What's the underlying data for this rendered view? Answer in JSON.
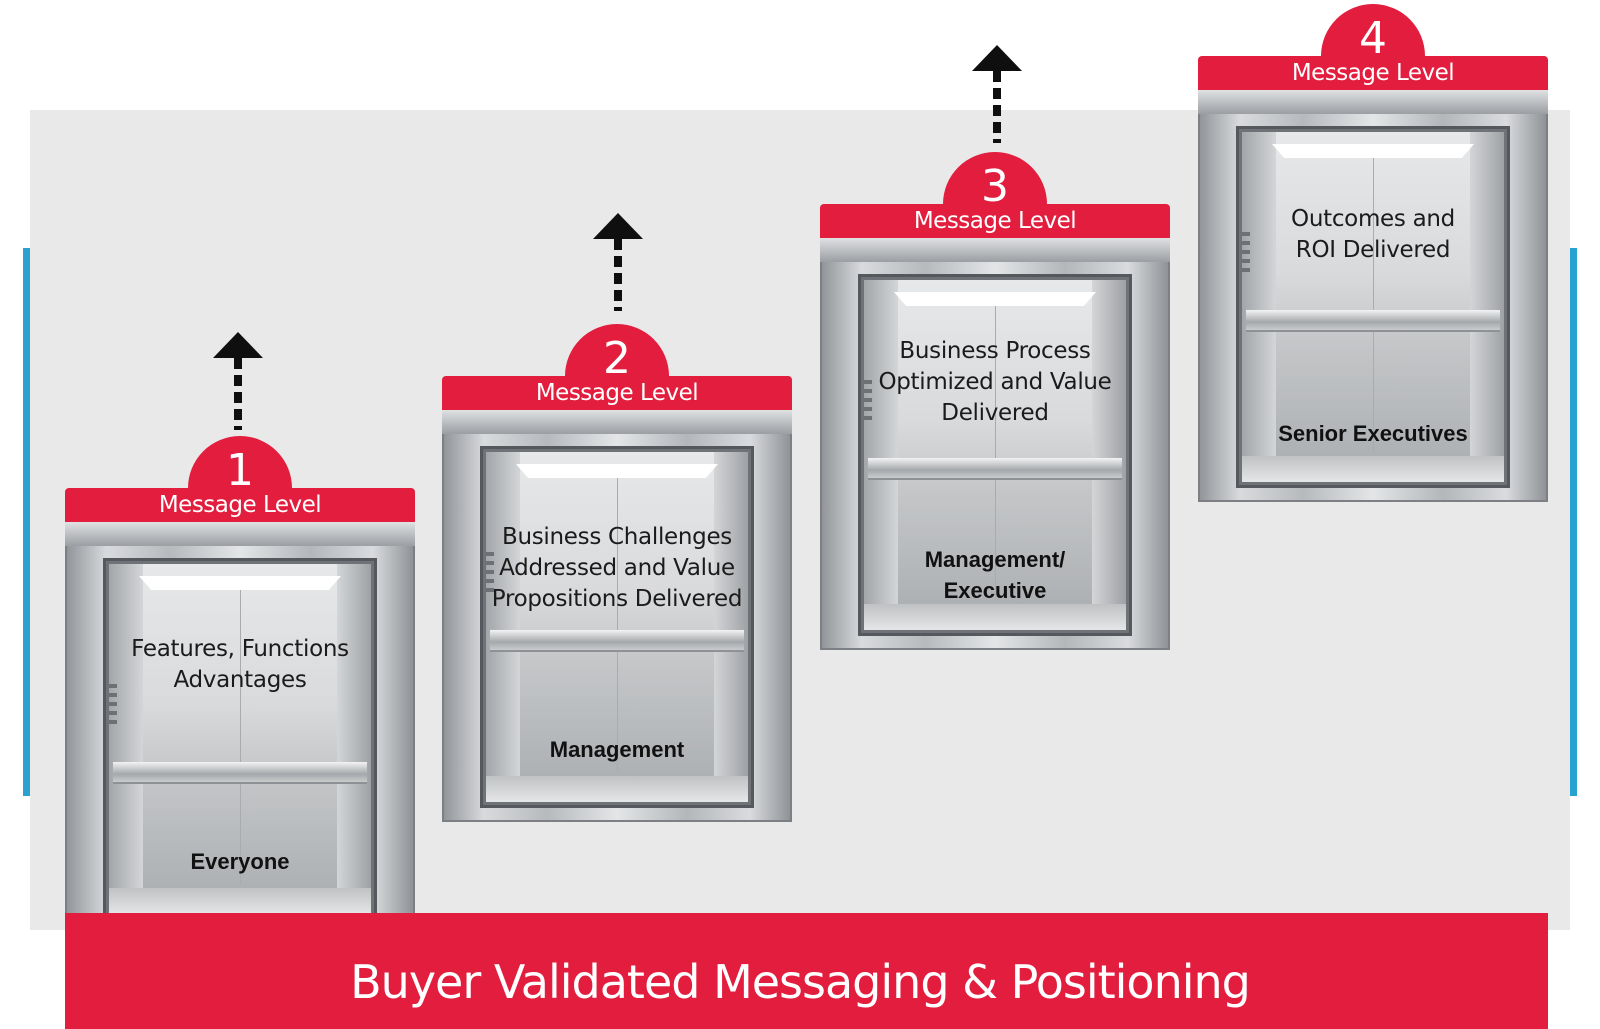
{
  "elevators": [
    {
      "number": "1",
      "level_label": "Message Level",
      "message": "Features, Functions\nAdvantages",
      "audience": "Everyone"
    },
    {
      "number": "2",
      "level_label": "Message Level",
      "message": "Business Challenges\nAddressed and Value\nPropositions Delivered",
      "audience": "Management"
    },
    {
      "number": "3",
      "level_label": "Message Level",
      "message": "Business Process\nOptimized and Value\nDelivered",
      "audience": "Management/\nExecutive"
    },
    {
      "number": "4",
      "level_label": "Message Level",
      "message": "Outcomes and\nROI Delivered",
      "audience": "Senior Executives"
    }
  ],
  "banner": {
    "title": "Buyer Validated Messaging & Positioning"
  },
  "colors": {
    "accent": "#e21d3d",
    "side_line": "#2aa2cf",
    "backdrop": "#e9e9ea"
  },
  "icons": {
    "arrow": "dashed-up-arrow-icon"
  }
}
